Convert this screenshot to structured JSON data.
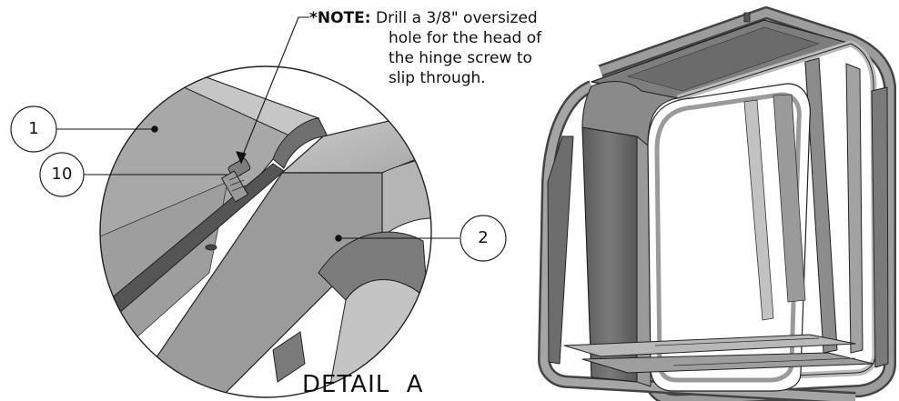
{
  "note": {
    "prefix": "*NOTE:",
    "line1": "Drill a 3/8\" oversized",
    "line2": "hole for the head of",
    "line3": "the hinge screw to",
    "line4": "slip through."
  },
  "callouts": [
    {
      "id": "1"
    },
    {
      "id": "10"
    },
    {
      "id": "2"
    }
  ],
  "caption": "DETAIL  A"
}
